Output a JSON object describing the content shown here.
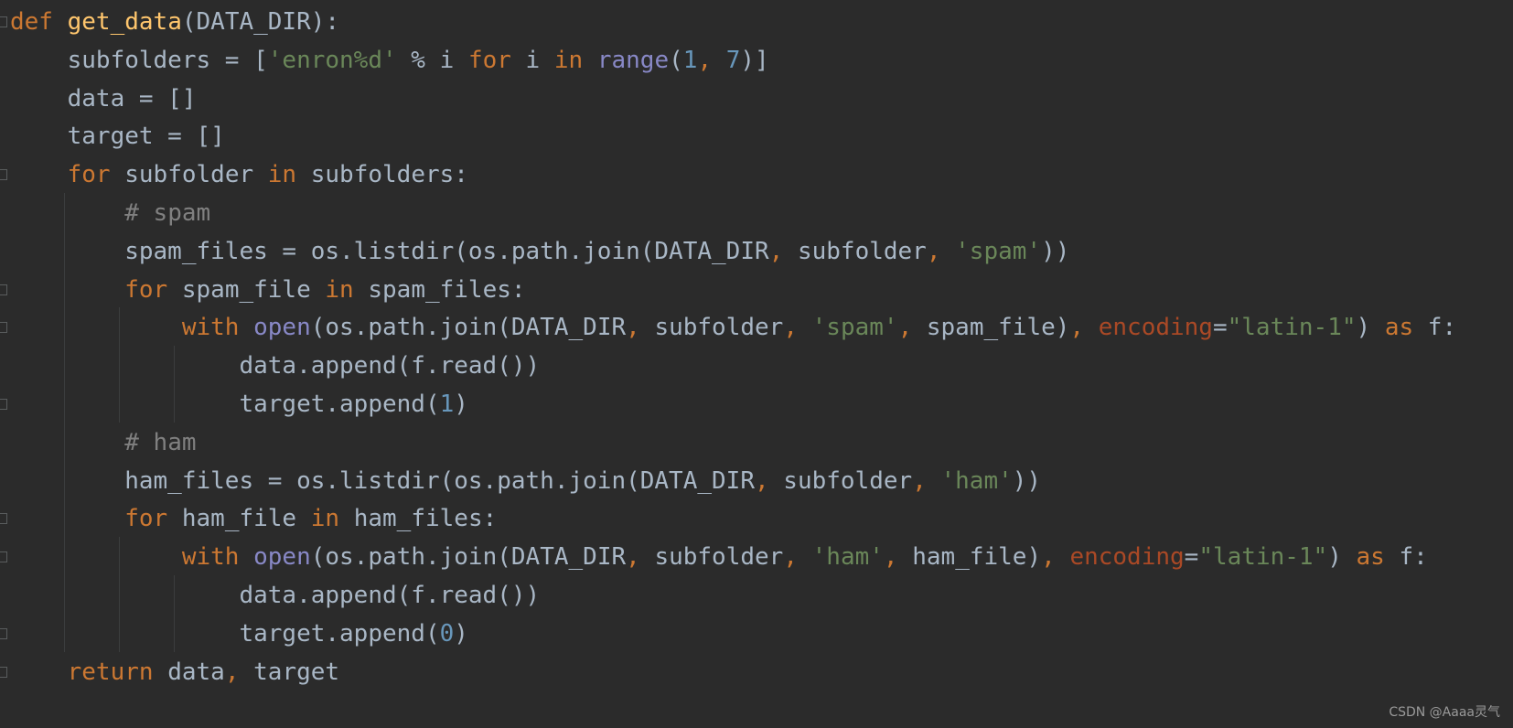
{
  "colors": {
    "background": "#2b2b2b",
    "keyword": "#cc7832",
    "function_name": "#ffc66d",
    "string": "#6a8759",
    "number": "#6897bb",
    "builtin": "#8888c6",
    "comment": "#808080",
    "keyword_argument": "#aa4926",
    "default_text": "#a9b7c6"
  },
  "code_lines": [
    [
      {
        "t": "kw",
        "v": "def "
      },
      {
        "t": "fn",
        "v": "get_data"
      },
      {
        "t": "pl",
        "v": "(DATA_DIR):"
      }
    ],
    [
      {
        "t": "pl",
        "v": "    subfolders = ["
      },
      {
        "t": "str",
        "v": "'enron%d'"
      },
      {
        "t": "pl",
        "v": " % i "
      },
      {
        "t": "kw",
        "v": "for"
      },
      {
        "t": "pl",
        "v": " i "
      },
      {
        "t": "kw",
        "v": "in "
      },
      {
        "t": "bi",
        "v": "range"
      },
      {
        "t": "pl",
        "v": "("
      },
      {
        "t": "num",
        "v": "1"
      },
      {
        "t": "kw",
        "v": ", "
      },
      {
        "t": "num",
        "v": "7"
      },
      {
        "t": "pl",
        "v": ")]"
      }
    ],
    [
      {
        "t": "pl",
        "v": "    data = []"
      }
    ],
    [
      {
        "t": "pl",
        "v": "    target = []"
      }
    ],
    [
      {
        "t": "pl",
        "v": "    "
      },
      {
        "t": "kw",
        "v": "for"
      },
      {
        "t": "pl",
        "v": " subfolder "
      },
      {
        "t": "kw",
        "v": "in"
      },
      {
        "t": "pl",
        "v": " subfolders:"
      }
    ],
    [
      {
        "t": "pl",
        "v": "        "
      },
      {
        "t": "cm",
        "v": "# spam"
      }
    ],
    [
      {
        "t": "pl",
        "v": "        spam_files = os.listdir(os.path.join(DATA_DIR"
      },
      {
        "t": "kw",
        "v": ", "
      },
      {
        "t": "pl",
        "v": "subfolder"
      },
      {
        "t": "kw",
        "v": ", "
      },
      {
        "t": "str",
        "v": "'spam'"
      },
      {
        "t": "pl",
        "v": "))"
      }
    ],
    [
      {
        "t": "pl",
        "v": "        "
      },
      {
        "t": "kw",
        "v": "for"
      },
      {
        "t": "pl",
        "v": " spam_file "
      },
      {
        "t": "kw",
        "v": "in"
      },
      {
        "t": "pl",
        "v": " spam_files:"
      }
    ],
    [
      {
        "t": "pl",
        "v": "            "
      },
      {
        "t": "kw",
        "v": "with "
      },
      {
        "t": "bi",
        "v": "open"
      },
      {
        "t": "pl",
        "v": "(os.path.join(DATA_DIR"
      },
      {
        "t": "kw",
        "v": ", "
      },
      {
        "t": "pl",
        "v": "subfolder"
      },
      {
        "t": "kw",
        "v": ", "
      },
      {
        "t": "str",
        "v": "'spam'"
      },
      {
        "t": "kw",
        "v": ", "
      },
      {
        "t": "pl",
        "v": "spam_file)"
      },
      {
        "t": "kw",
        "v": ", "
      },
      {
        "t": "kwarg",
        "v": "encoding"
      },
      {
        "t": "pl",
        "v": "="
      },
      {
        "t": "str",
        "v": "\"latin-1\""
      },
      {
        "t": "pl",
        "v": ") "
      },
      {
        "t": "kw",
        "v": "as"
      },
      {
        "t": "pl",
        "v": " f:"
      }
    ],
    [
      {
        "t": "pl",
        "v": "                data.append(f.read())"
      }
    ],
    [
      {
        "t": "pl",
        "v": "                target.append("
      },
      {
        "t": "num",
        "v": "1"
      },
      {
        "t": "pl",
        "v": ")"
      }
    ],
    [
      {
        "t": "pl",
        "v": "        "
      },
      {
        "t": "cm",
        "v": "# ham"
      }
    ],
    [
      {
        "t": "pl",
        "v": "        ham_files = os.listdir(os.path.join(DATA_DIR"
      },
      {
        "t": "kw",
        "v": ", "
      },
      {
        "t": "pl",
        "v": "subfolder"
      },
      {
        "t": "kw",
        "v": ", "
      },
      {
        "t": "str",
        "v": "'ham'"
      },
      {
        "t": "pl",
        "v": "))"
      }
    ],
    [
      {
        "t": "pl",
        "v": "        "
      },
      {
        "t": "kw",
        "v": "for"
      },
      {
        "t": "pl",
        "v": " ham_file "
      },
      {
        "t": "kw",
        "v": "in"
      },
      {
        "t": "pl",
        "v": " ham_files:"
      }
    ],
    [
      {
        "t": "pl",
        "v": "            "
      },
      {
        "t": "kw",
        "v": "with "
      },
      {
        "t": "bi",
        "v": "open"
      },
      {
        "t": "pl",
        "v": "(os.path.join(DATA_DIR"
      },
      {
        "t": "kw",
        "v": ", "
      },
      {
        "t": "pl",
        "v": "subfolder"
      },
      {
        "t": "kw",
        "v": ", "
      },
      {
        "t": "str",
        "v": "'ham'"
      },
      {
        "t": "kw",
        "v": ", "
      },
      {
        "t": "pl",
        "v": "ham_file)"
      },
      {
        "t": "kw",
        "v": ", "
      },
      {
        "t": "kwarg",
        "v": "encoding"
      },
      {
        "t": "pl",
        "v": "="
      },
      {
        "t": "str",
        "v": "\"latin-1\""
      },
      {
        "t": "pl",
        "v": ") "
      },
      {
        "t": "kw",
        "v": "as"
      },
      {
        "t": "pl",
        "v": " f:"
      }
    ],
    [
      {
        "t": "pl",
        "v": "                data.append(f.read())"
      }
    ],
    [
      {
        "t": "pl",
        "v": "                target.append("
      },
      {
        "t": "num",
        "v": "0"
      },
      {
        "t": "pl",
        "v": ")"
      }
    ],
    [
      {
        "t": "pl",
        "v": "    "
      },
      {
        "t": "kw",
        "v": "return"
      },
      {
        "t": "pl",
        "v": " data"
      },
      {
        "t": "kw",
        "v": ", "
      },
      {
        "t": "pl",
        "v": "target"
      }
    ]
  ],
  "watermark": "CSDN @Aaaa灵气"
}
